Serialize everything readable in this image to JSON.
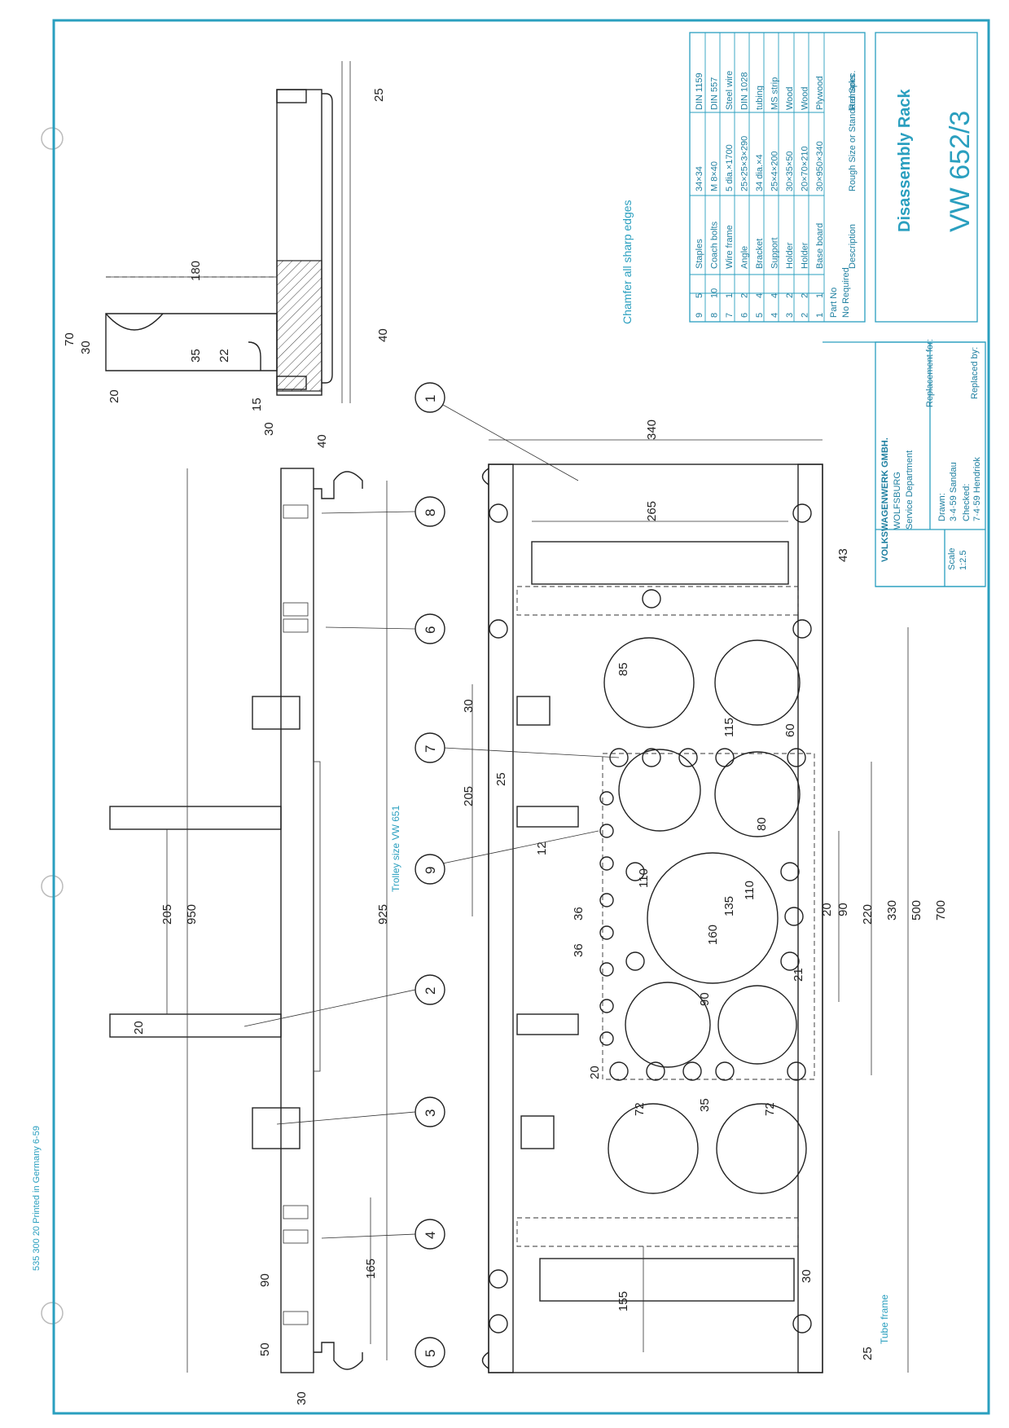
{
  "print_note": "535 300 20  Printed in Germany  6-59",
  "chamfer_note": "Chamfer all sharp edges",
  "trolley_note": "Trolley size VW 651",
  "tube_frame_label": "Tube frame",
  "parts_table": {
    "rows": [
      {
        "part": "9",
        "qty": "5",
        "desc": "Staples",
        "size": "34×34",
        "remarks": "DIN 1159"
      },
      {
        "part": "8",
        "qty": "10",
        "desc": "Coach bolts",
        "size": "M 8×40",
        "remarks": "DIN 557"
      },
      {
        "part": "7",
        "qty": "1",
        "desc": "Wire frame",
        "size": "5 dia.×1700",
        "remarks": "Steel wire"
      },
      {
        "part": "6",
        "qty": "2",
        "desc": "Angle",
        "size": "25×25×3×290",
        "remarks": "DIN 1028"
      },
      {
        "part": "5",
        "qty": "4",
        "desc": "Bracket",
        "size": "34 dia.×4",
        "remarks": "tubing"
      },
      {
        "part": "4",
        "qty": "4",
        "desc": "Support",
        "size": "25×4×200",
        "remarks": "MS strip"
      },
      {
        "part": "3",
        "qty": "2",
        "desc": "Holder",
        "size": "30×35×50",
        "remarks": "Wood"
      },
      {
        "part": "2",
        "qty": "2",
        "desc": "Holder",
        "size": "20×70×210",
        "remarks": "Wood"
      },
      {
        "part": "1",
        "qty": "1",
        "desc": "Base board",
        "size": "30×950×340",
        "remarks": "Plywood"
      }
    ],
    "header": {
      "part": "Part No",
      "qty": "No Required",
      "desc": "Description",
      "size": "Rough Size or Standard Spec.",
      "remarks": "Remarks"
    }
  },
  "title_block": {
    "title": "Disassembly Rack",
    "number": "VW 652/3",
    "company": "VOLKSWAGENWERK GMBH.",
    "city": "WOLFSBURG",
    "dept": "Service Department",
    "replacement_for": "Replacement for:",
    "replaced_by": "Replaced by:",
    "scale_label": "Scale",
    "scale": "1:2.5",
    "drawn_label": "Drawn:",
    "drawn": "3·4·59 Sandau",
    "checked_label": "Checked:",
    "checked": "7·4·59 Hendriok"
  },
  "bubbles": [
    "1",
    "8",
    "6",
    "7",
    "9",
    "2",
    "3",
    "4",
    "5"
  ],
  "dims": {
    "d180": "180",
    "d70": "70",
    "d30a": "30",
    "d20": "20",
    "d35": "35",
    "d22": "22",
    "d15": "15",
    "d30b": "30",
    "d40a": "40",
    "d25a": "25",
    "d40b": "40",
    "d340": "340",
    "d265": "265",
    "d43": "43",
    "d85": "85",
    "d115": "115",
    "d60": "60",
    "d80": "80",
    "d110a": "110",
    "d110b": "110",
    "d135": "135",
    "d160": "160",
    "d90a": "90",
    "d21": "21",
    "d20b": "20",
    "d90b": "90",
    "d220": "220",
    "d330": "330",
    "d500": "500",
    "d700": "700",
    "d72a": "72",
    "d35b": "35",
    "d72b": "72",
    "d20c": "20",
    "d12": "12",
    "d36a": "36",
    "d36b": "36",
    "d205a": "205",
    "d25b": "25",
    "d30c": "30",
    "d205b": "205",
    "d950": "950",
    "d925": "925",
    "d20d": "20",
    "d165": "165",
    "d90c": "90",
    "d50": "50",
    "d30d": "30",
    "d155": "155",
    "d30e": "30",
    "d25c": "25"
  }
}
